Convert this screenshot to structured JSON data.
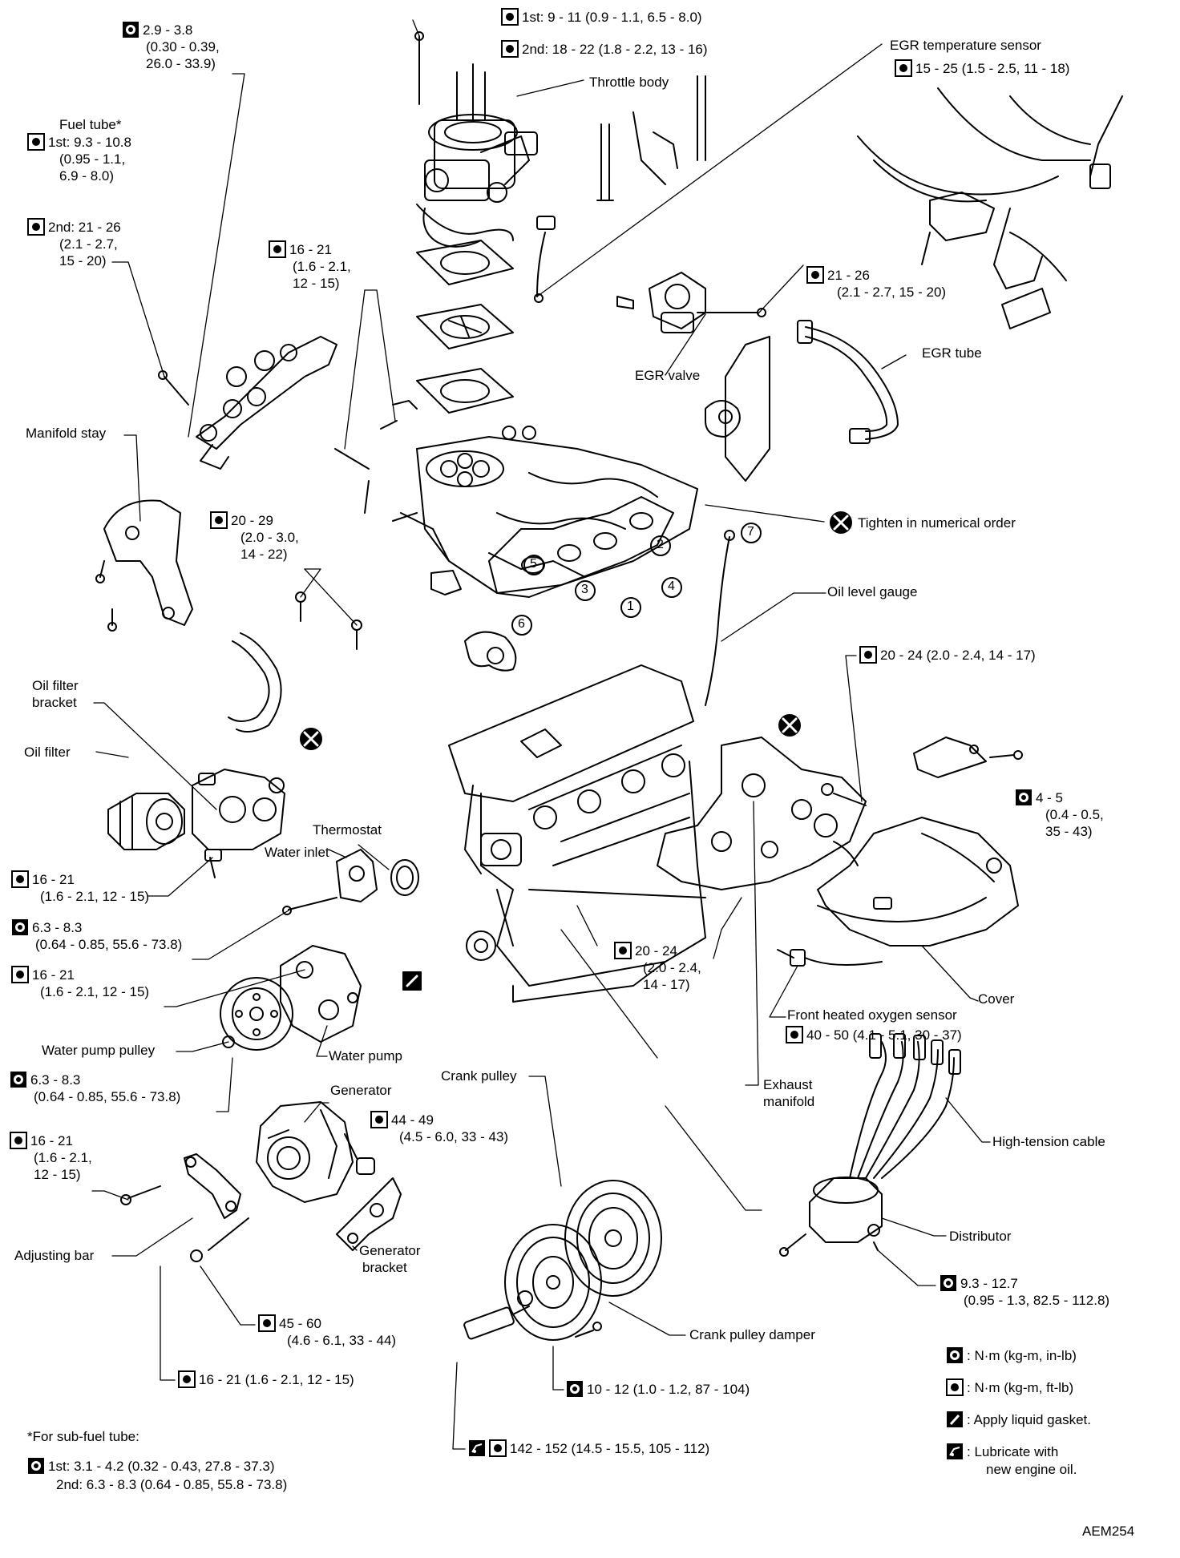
{
  "colors": {
    "ink": "#000000",
    "paper": "#ffffff"
  },
  "icons": {
    "torque_nm_ftlb": "wrench-socket-icon",
    "torque_nm_inlb": "filled-wrench-socket-icon",
    "liquid_gasket": "liquid-gasket-icon",
    "engine_oil": "oil-can-icon",
    "tighten_order": "cross-circle-icon"
  },
  "labels": {
    "bolt_top_left": {
      "lines": [
        "2.9 - 3.8",
        "(0.30 - 0.39,",
        "26.0 - 33.9)"
      ]
    },
    "fuel_tube": {
      "lines": [
        "Fuel tube*",
        "1st: 9.3 - 10.8",
        "(0.95 - 1.1,",
        "6.9 - 8.0)"
      ]
    },
    "fuel_tube_2nd": {
      "lines": [
        "2nd: 21 - 26",
        "(2.1 - 2.7,",
        "15 - 20)"
      ]
    },
    "throttle_1st": {
      "lines": [
        "1st: 9 - 11 (0.9 - 1.1, 6.5 - 8.0)"
      ]
    },
    "throttle_2nd": {
      "lines": [
        "2nd: 18 - 22 (1.8 - 2.2, 13 - 16)"
      ]
    },
    "throttle_body": {
      "lines": [
        "Throttle body"
      ]
    },
    "egr_temp_sensor": {
      "lines": [
        "EGR temperature sensor"
      ]
    },
    "egr_temp_torque": {
      "lines": [
        "15 - 25 (1.5 - 2.5, 11 - 18)"
      ]
    },
    "torque_16_21_upper": {
      "lines": [
        "16 - 21",
        "(1.6 - 2.1,",
        "12 - 15)"
      ]
    },
    "egr_valve_torque": {
      "lines": [
        "21 - 26",
        "(2.1 - 2.7, 15 - 20)"
      ]
    },
    "egr_tube": {
      "lines": [
        "EGR tube"
      ]
    },
    "egr_valve": {
      "lines": [
        "EGR valve"
      ]
    },
    "manifold_stay": {
      "lines": [
        "Manifold stay"
      ]
    },
    "torque_20_29": {
      "lines": [
        "20 - 29",
        "(2.0 - 3.0,",
        "14 - 22)"
      ]
    },
    "tighten_order": {
      "lines": [
        "Tighten in numerical order"
      ]
    },
    "oil_level_gauge": {
      "lines": [
        "Oil level gauge"
      ]
    },
    "torque_20_24_top": {
      "lines": [
        "20 - 24 (2.0 - 2.4, 14 - 17)"
      ]
    },
    "oil_filter_bracket": {
      "lines": [
        "Oil filter",
        "bracket"
      ]
    },
    "oil_filter": {
      "lines": [
        "Oil filter"
      ]
    },
    "thermostat": {
      "lines": [
        "Thermostat"
      ]
    },
    "water_inlet": {
      "lines": [
        "Water inlet"
      ]
    },
    "torque_4_5": {
      "lines": [
        "4 - 5",
        "(0.4 - 0.5,",
        "35 - 43)"
      ]
    },
    "torque_16_21_filter": {
      "lines": [
        "16 - 21",
        "(1.6 - 2.1, 12 - 15)"
      ]
    },
    "torque_63_83_a": {
      "lines": [
        "6.3 - 8.3",
        "(0.64 - 0.85, 55.6 - 73.8)"
      ]
    },
    "torque_16_21_pump": {
      "lines": [
        "16 - 21",
        "(1.6 - 2.1, 12 - 15)"
      ]
    },
    "torque_20_24_manifold": {
      "lines": [
        "20 - 24",
        "(2.0 - 2.4,",
        "14 - 17)"
      ]
    },
    "cover": {
      "lines": [
        "Cover"
      ]
    },
    "front_o2_sensor": {
      "lines": [
        "Front heated oxygen sensor"
      ]
    },
    "torque_40_50": {
      "lines": [
        "40 - 50 (4.1 - 5.1, 30 - 37)"
      ]
    },
    "water_pump_pulley": {
      "lines": [
        "Water pump pulley"
      ]
    },
    "water_pump": {
      "lines": [
        "Water pump"
      ]
    },
    "crank_pulley": {
      "lines": [
        "Crank pulley"
      ]
    },
    "exhaust_manifold": {
      "lines": [
        "Exhaust",
        "manifold"
      ]
    },
    "torque_63_83_b": {
      "lines": [
        "6.3 - 8.3",
        "(0.64 - 0.85, 55.6 - 73.8)"
      ]
    },
    "generator": {
      "lines": [
        "Generator"
      ]
    },
    "torque_44_49": {
      "lines": [
        "44 - 49",
        "(4.5 - 6.0, 33 - 43)"
      ]
    },
    "high_tension_cable": {
      "lines": [
        "High-tension cable"
      ]
    },
    "torque_16_21_adjust": {
      "lines": [
        "16 - 21",
        "(1.6 - 2.1,",
        "12 - 15)"
      ]
    },
    "adjusting_bar": {
      "lines": [
        "Adjusting bar"
      ]
    },
    "generator_bracket": {
      "lines": [
        "Generator",
        "bracket"
      ]
    },
    "distributor": {
      "lines": [
        "Distributor"
      ]
    },
    "torque_93_127": {
      "lines": [
        "9.3 - 12.7",
        "(0.95 - 1.3, 82.5 - 112.8)"
      ]
    },
    "torque_45_60": {
      "lines": [
        "45 - 60",
        "(4.6 - 6.1, 33 - 44)"
      ]
    },
    "crank_pulley_damper": {
      "lines": [
        "Crank pulley damper"
      ]
    },
    "torque_16_21_bottom": {
      "lines": [
        "16 - 21 (1.6 - 2.1, 12 - 15)"
      ]
    },
    "torque_10_12": {
      "lines": [
        "10 - 12 (1.0 - 1.2, 87 - 104)"
      ]
    },
    "torque_142_152": {
      "lines": [
        "142 - 152 (14.5 - 15.5, 105 - 112)"
      ]
    },
    "sub_fuel_note": {
      "lines": [
        "*For sub-fuel tube:"
      ]
    },
    "sub_fuel_1st": {
      "lines": [
        "1st: 3.1 - 4.2 (0.32 - 0.43, 27.8 - 37.3)"
      ]
    },
    "sub_fuel_2nd": {
      "lines": [
        "2nd: 6.3 - 8.3 (0.64 - 0.85, 55.8 - 73.8)"
      ]
    }
  },
  "order_numbers": [
    "1",
    "2",
    "3",
    "4",
    "5",
    "6",
    "7"
  ],
  "legend": [
    {
      "icon": "filled-wrench-socket-icon",
      "text": ": N·m (kg-m, in-lb)"
    },
    {
      "icon": "wrench-socket-icon",
      "text": ": N·m (kg-m, ft-lb)"
    },
    {
      "icon": "liquid-gasket-icon",
      "text": ": Apply liquid gasket."
    },
    {
      "icon": "oil-can-icon",
      "text": ": Lubricate with",
      "text2": "new engine oil."
    }
  ],
  "figure_id": "AEM254"
}
